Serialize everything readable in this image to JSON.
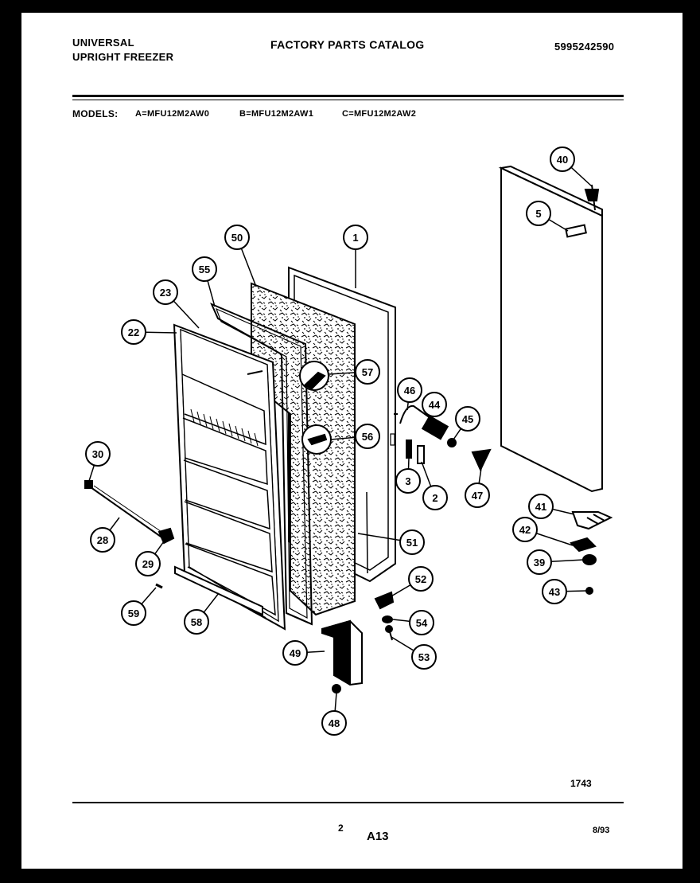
{
  "header": {
    "brand_line1": "UNIVERSAL",
    "brand_line2": "UPRIGHT FREEZER",
    "title": "FACTORY PARTS CATALOG",
    "catalog_number": "5995242590"
  },
  "models": {
    "label": "MODELS:",
    "a": "A=MFU12M2AW0",
    "b": "B=MFU12M2AW1",
    "c": "C=MFU12M2AW2"
  },
  "callouts": [
    "1",
    "2",
    "3",
    "5",
    "22",
    "23",
    "28",
    "29",
    "30",
    "39",
    "40",
    "41",
    "42",
    "43",
    "44",
    "45",
    "46",
    "47",
    "48",
    "49",
    "50",
    "51",
    "52",
    "53",
    "54",
    "55",
    "56",
    "57",
    "58",
    "59"
  ],
  "footer": {
    "drawing_number": "1743",
    "page_number": "2",
    "section": "A13",
    "date": "8/93"
  }
}
